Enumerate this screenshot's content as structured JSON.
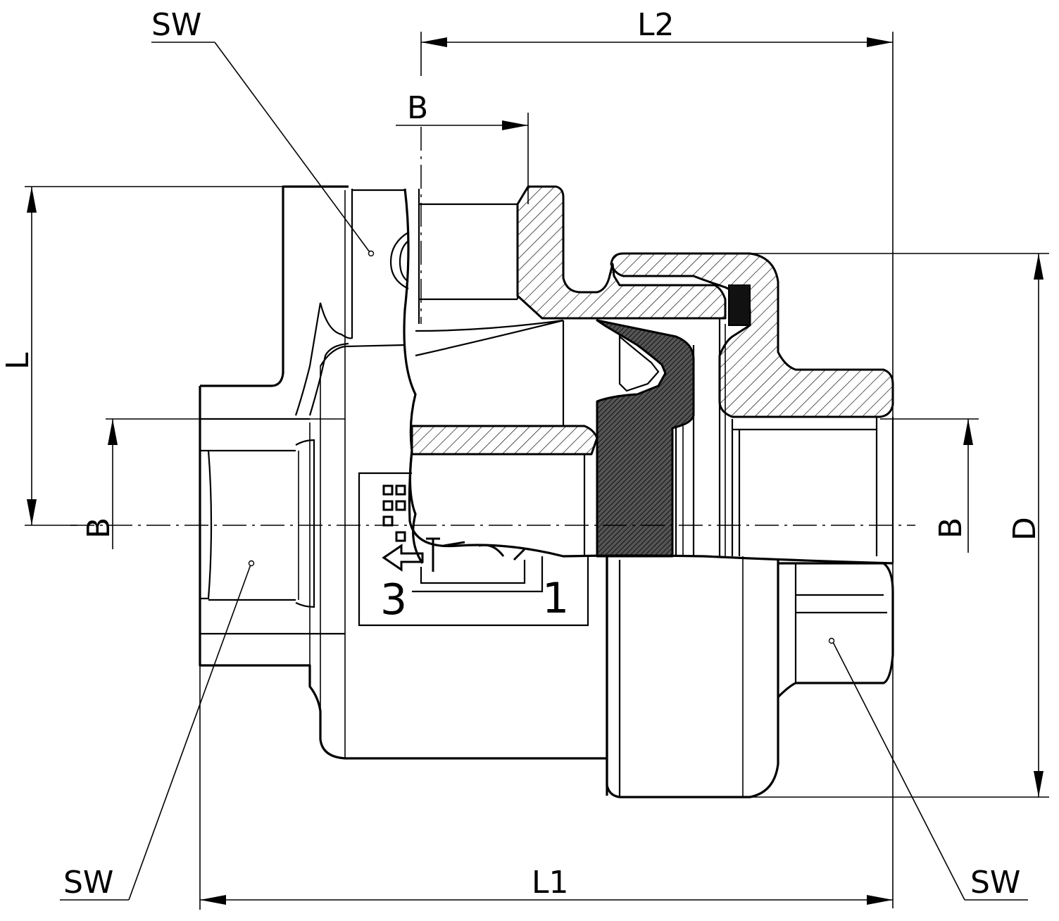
{
  "title": "",
  "labels": {
    "sw_top": "SW",
    "sw_bottom_left": "SW",
    "sw_bottom_right": "SW",
    "l1": "L1",
    "l2": "L2",
    "b_top": "B",
    "b_left": "B",
    "b_right": "B",
    "d": "D",
    "l_left": "L",
    "port_3": "3",
    "port_1": "1"
  }
}
